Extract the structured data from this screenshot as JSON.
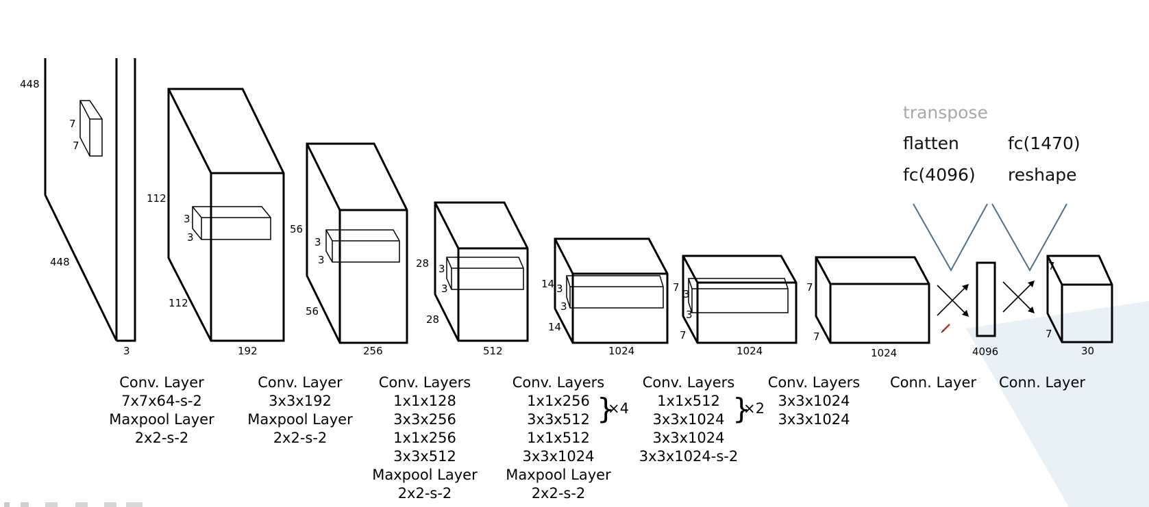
{
  "annotations": {
    "faded_op": "transpose",
    "left_ops": [
      "flatten",
      "fc(4096)"
    ],
    "right_ops": [
      "fc(1470)",
      "reshape"
    ]
  },
  "colors": {
    "outline": "#000000",
    "v_lines": "#4e6f8a",
    "faded_text": "#a8a8a8",
    "background_wedge": "#e8f1f6"
  },
  "dims": {
    "input": {
      "height": "448",
      "width": "448",
      "depth": "3",
      "kh": "7",
      "kw": "7"
    },
    "stage1": {
      "height": "112",
      "width": "112",
      "depth": "192",
      "kh": "3",
      "kw": "3"
    },
    "stage2": {
      "height": "56",
      "width": "56",
      "depth": "256",
      "kh": "3",
      "kw": "3"
    },
    "stage3": {
      "height": "28",
      "width": "28",
      "depth": "512",
      "kh": "3",
      "kw": "3"
    },
    "stage4": {
      "height": "14",
      "width": "14",
      "depth": "1024",
      "kh": "3",
      "kw": "3"
    },
    "stage5": {
      "height": "7",
      "width": "7",
      "depth": "1024",
      "kh": "3",
      "kw": "3"
    },
    "stage6": {
      "height": "7",
      "width": "7",
      "depth": "1024"
    },
    "fc": {
      "units": "4096"
    },
    "output": {
      "height": "7",
      "width": "7",
      "depth": "30"
    }
  },
  "captions": [
    {
      "id": "c1",
      "lines": [
        "Conv. Layer",
        "7x7x64-s-2",
        "Maxpool Layer",
        "2x2-s-2"
      ]
    },
    {
      "id": "c2",
      "lines": [
        "Conv. Layer",
        "3x3x192",
        "Maxpool Layer",
        "2x2-s-2"
      ]
    },
    {
      "id": "c3",
      "lines": [
        "Conv. Layers",
        "1x1x128",
        "3x3x256",
        "1x1x256",
        "3x3x512",
        "Maxpool Layer",
        "2x2-s-2"
      ]
    },
    {
      "id": "c4",
      "lines": [
        "Conv. Layers",
        "1x1x256",
        "3x3x512",
        "1x1x512",
        "3x3x1024",
        "Maxpool Layer",
        "2x2-s-2"
      ]
    },
    {
      "id": "c5",
      "lines": [
        "Conv. Layers",
        "1x1x512",
        "3x3x1024",
        "3x3x1024",
        "3x3x1024-s-2"
      ]
    },
    {
      "id": "c6",
      "lines": [
        "Conv. Layers",
        "3x3x1024",
        "3x3x1024"
      ]
    },
    {
      "id": "c7",
      "lines": [
        "Conn. Layer"
      ]
    },
    {
      "id": "c8",
      "lines": [
        "Conn. Layer"
      ]
    }
  ],
  "repeats": {
    "group4": "×4",
    "group5": "×2"
  }
}
